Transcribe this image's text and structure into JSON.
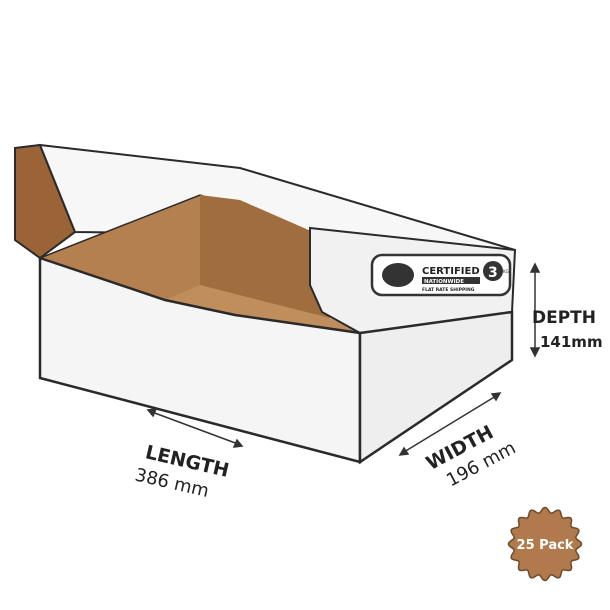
{
  "product": {
    "logo": {
      "line1": "CERTIFIED",
      "line2": "NATIONWIDE",
      "line3": "FLAT RATE SHIPPING",
      "weight": "3",
      "weight_unit": "KG"
    },
    "dimensions": {
      "length_label": "LENGTH",
      "length_value": "386 mm",
      "width_label": "WIDTH",
      "width_value": "196 mm",
      "depth_label": "DEPTH",
      "depth_value": "141mm"
    },
    "badge": {
      "text": "25 Pack",
      "color": "#b07a4c"
    }
  },
  "colors": {
    "cardboard": "#b5804f",
    "cardboard_dark": "#8f5c33",
    "outline": "#2a2a2a"
  }
}
